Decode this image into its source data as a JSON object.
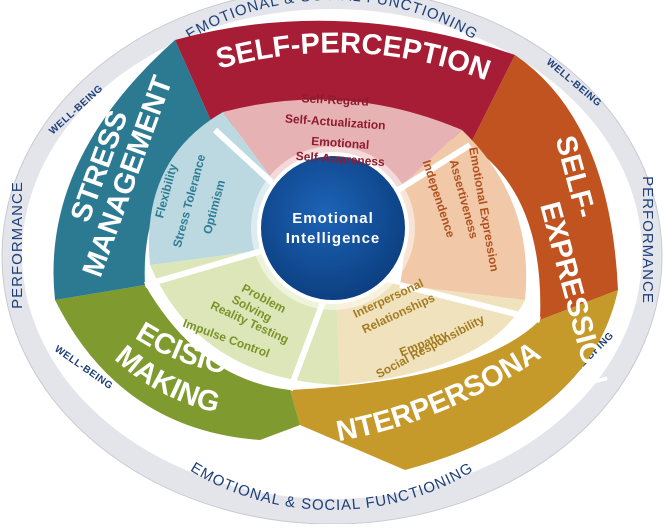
{
  "outer_ring": {
    "top": "EMOTIONAL & SOCIAL FUNCTIONING",
    "bottom": "EMOTIONAL & SOCIAL FUNCTIONING",
    "left": "PERFORMANCE",
    "right": "PERFORMANCE",
    "wellbeing_top_left": "WELL-BEING",
    "wellbeing_top_right": "WELL-BEING",
    "wellbeing_bottom_left": "WELL-BEING",
    "wellbeing_bottom_right": "WELL-BEING"
  },
  "center": {
    "line1": "Emotional",
    "line2": "Intelligence",
    "color": "#0f4d9a"
  },
  "segments": {
    "self_perception": {
      "title": "SELF-PERCEPTION",
      "color": "#a61d35",
      "light": "#e7b2b3",
      "text_color": "#8e1b2f",
      "items": [
        "Self-Regard",
        "Self-Actualization",
        "Emotional",
        "Self-Awareness"
      ]
    },
    "self_expression": {
      "title_line1": "SELF-",
      "title_line2": "EXPRESSION",
      "color": "#c0531f",
      "light": "#f1c8a8",
      "text_color": "#b0511f",
      "items": [
        "Emotional Expression",
        "Assertiveness",
        "Independence"
      ]
    },
    "interpersonal": {
      "title": "INTERPERSONAL",
      "color": "#c59a2a",
      "light": "#f0e2bd",
      "text_color": "#a37b1f",
      "items": [
        "Interpersonal",
        "Relationships",
        "Empathy",
        "Social Responsibility"
      ]
    },
    "decision_making": {
      "title_line1": "DECISION",
      "title_line2": "MAKING",
      "color": "#7f9a2e",
      "light": "#dde6b8",
      "text_color": "#7a9328",
      "items": [
        "Problem",
        "Solving",
        "Reality Testing",
        "Impulse Control"
      ]
    },
    "stress_management": {
      "title_line1": "STRESS",
      "title_line2": "MANAGEMENT",
      "color": "#2c7a92",
      "light": "#bcd8e1",
      "text_color": "#2d7d93",
      "items": [
        "Flexibility",
        "Stress Tolerance",
        "Optimism"
      ]
    }
  }
}
